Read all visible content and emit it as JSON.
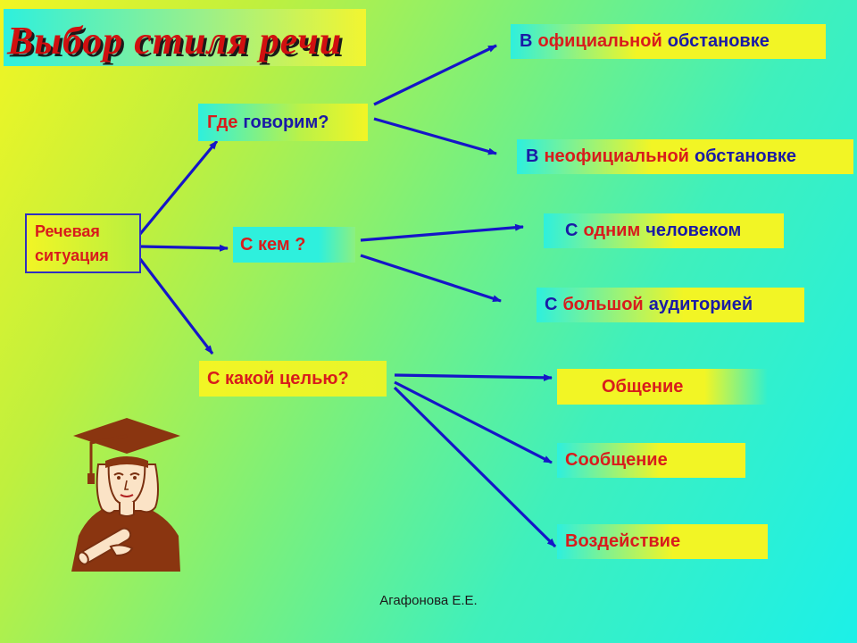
{
  "title": "Выбор стиля речи",
  "root": {
    "line1": "Речевая",
    "line2": "ситуация"
  },
  "questions": [
    {
      "part_red": "Где",
      "part_blue": "говорим?"
    },
    {
      "text": "С кем ?"
    },
    {
      "text": "С какой целью?"
    }
  ],
  "answers": {
    "where": [
      {
        "pre": "В",
        "mid": "официальной",
        "post": "обстановке"
      },
      {
        "pre": "В",
        "mid": "неофициальной",
        "post": "обстановке"
      }
    ],
    "whom": [
      {
        "pre": "С",
        "mid": "одним",
        "post": "человеком"
      },
      {
        "pre": "С",
        "mid": "большой",
        "post": "аудиторией"
      }
    ],
    "purpose": [
      {
        "text": "Общение"
      },
      {
        "text": "Сообщение"
      },
      {
        "text": "Воздействие"
      }
    ]
  },
  "footer": "Агафонова Е.Е.",
  "colors": {
    "accent_red": "#d81c1c",
    "accent_blue": "#1a1aa6",
    "arrow": "#1515c8"
  },
  "icons": [
    "graduate-illustration"
  ]
}
